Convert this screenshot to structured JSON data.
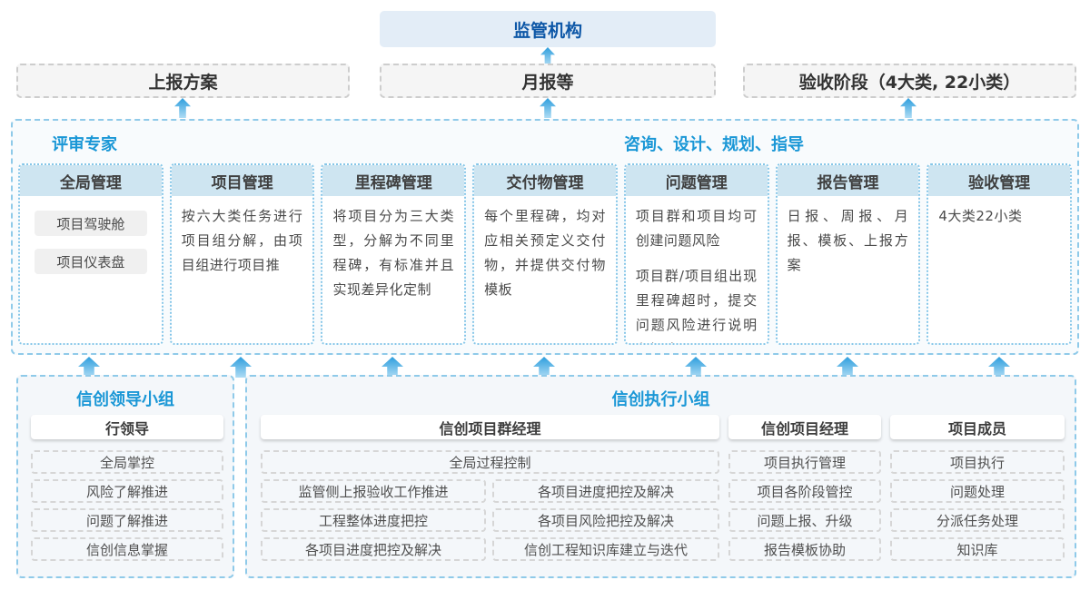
{
  "colors": {
    "dark_blue_text": "#0d57a7",
    "bright_blue_text": "#1a97d6",
    "arrow_blue": "#2d9edd",
    "column_header_bg": "#cee5f1",
    "regulator_bg": "#e3edf7",
    "dashed_blue_border": "#8fcae9",
    "gray_box_bg": "#f5f5f5"
  },
  "top_box": {
    "label": "监管机构"
  },
  "report_row": {
    "plan": "上报方案",
    "monthly": "月报等",
    "acceptance": "验收阶段（4大类, 22小类）"
  },
  "middle": {
    "left_title": "评审专家",
    "right_title": "咨询、设计、规划、指导",
    "columns": [
      {
        "header": "全局管理",
        "items": [
          "项目驾驶舱",
          "项目仪表盘"
        ]
      },
      {
        "header": "项目管理",
        "text": "按六大类任务进行项目组分解，由项目组进行项目推"
      },
      {
        "header": "里程碑管理",
        "text": "将项目分为三大类型，分解为不同里程碑，有标准并且实现差异化定制"
      },
      {
        "header": "交付物管理",
        "text": "每个里程碑，均对应相关预定义交付物，并提供交付物模板"
      },
      {
        "header": "问题管理",
        "text": "项目群和项目均可创建问题风险",
        "text2": "项目群/项目组出现里程碑超时，提交问题风险进行说明和解决"
      },
      {
        "header": "报告管理",
        "text": "日报、周报、月报、模板、上报方案"
      },
      {
        "header": "验收管理",
        "text": "4大类22小类"
      }
    ]
  },
  "leader_group": {
    "title": "信创领导小组",
    "role": "行领导",
    "items": [
      "全局掌控",
      "风险了解推进",
      "问题了解推进",
      "信创信息掌握"
    ]
  },
  "exec_group": {
    "title": "信创执行小组",
    "program_manager": {
      "role": "信创项目群经理",
      "top_item": "全局过程控制",
      "left_items": [
        "监管侧上报验收工作推进",
        "工程整体进度把控",
        "各项目进度把控及解决"
      ],
      "right_items": [
        "各项目进度把控及解决",
        "各项目风险把控及解决",
        "信创工程知识库建立与迭代"
      ]
    },
    "project_manager": {
      "role": "信创项目经理",
      "items": [
        "项目执行管理",
        "项目各阶段管控",
        "问题上报、升级",
        "报告模板协助"
      ]
    },
    "member": {
      "role": "项目成员",
      "items": [
        "项目执行",
        "问题处理",
        "分派任务处理",
        "知识库"
      ]
    }
  }
}
